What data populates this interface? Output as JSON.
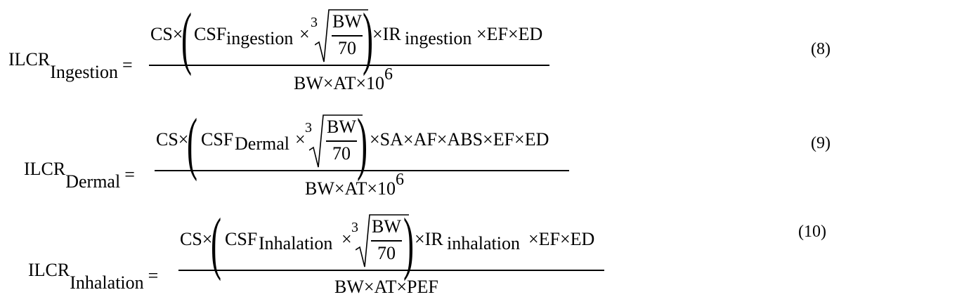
{
  "equations": [
    {
      "lhs_main": "ILCR",
      "lhs_sub": "Ingestion",
      "equals": "=",
      "num_pre": "CS×",
      "csf_main": "CSF",
      "csf_sub": "ingestion",
      "times_root": "×",
      "root_index": "3",
      "root_num": "BW",
      "root_den": "70",
      "num_post_a": "×IR",
      "num_post_sub": "ingestion",
      "num_post_b": "×EF×ED",
      "den_main": "BW×AT×10",
      "den_sup": "6",
      "number": "(8)"
    },
    {
      "lhs_main": "ILCR",
      "lhs_sub": "Dermal",
      "equals": "=",
      "num_pre": "CS×",
      "csf_main": "CSF",
      "csf_sub": "Dermal",
      "times_root": "×",
      "root_index": "3",
      "root_num": "BW",
      "root_den": "70",
      "num_post_a": "×SA×AF×ABS×EF×ED",
      "num_post_sub": "",
      "num_post_b": "",
      "den_main": "BW×AT×10",
      "den_sup": "6",
      "number": "(9)"
    },
    {
      "lhs_main": "ILCR",
      "lhs_sub": "Inhalation",
      "equals": "=",
      "num_pre": "CS×",
      "csf_main": "CSF",
      "csf_sub": "Inhalation",
      "times_root": "×",
      "root_index": "3",
      "root_num": "BW",
      "root_den": "70",
      "num_post_a": "×IR",
      "num_post_sub": "inhalation",
      "num_post_b": "×EF×ED",
      "den_main": "BW×AT×PEF",
      "den_sup": "",
      "number": "(10)"
    }
  ]
}
